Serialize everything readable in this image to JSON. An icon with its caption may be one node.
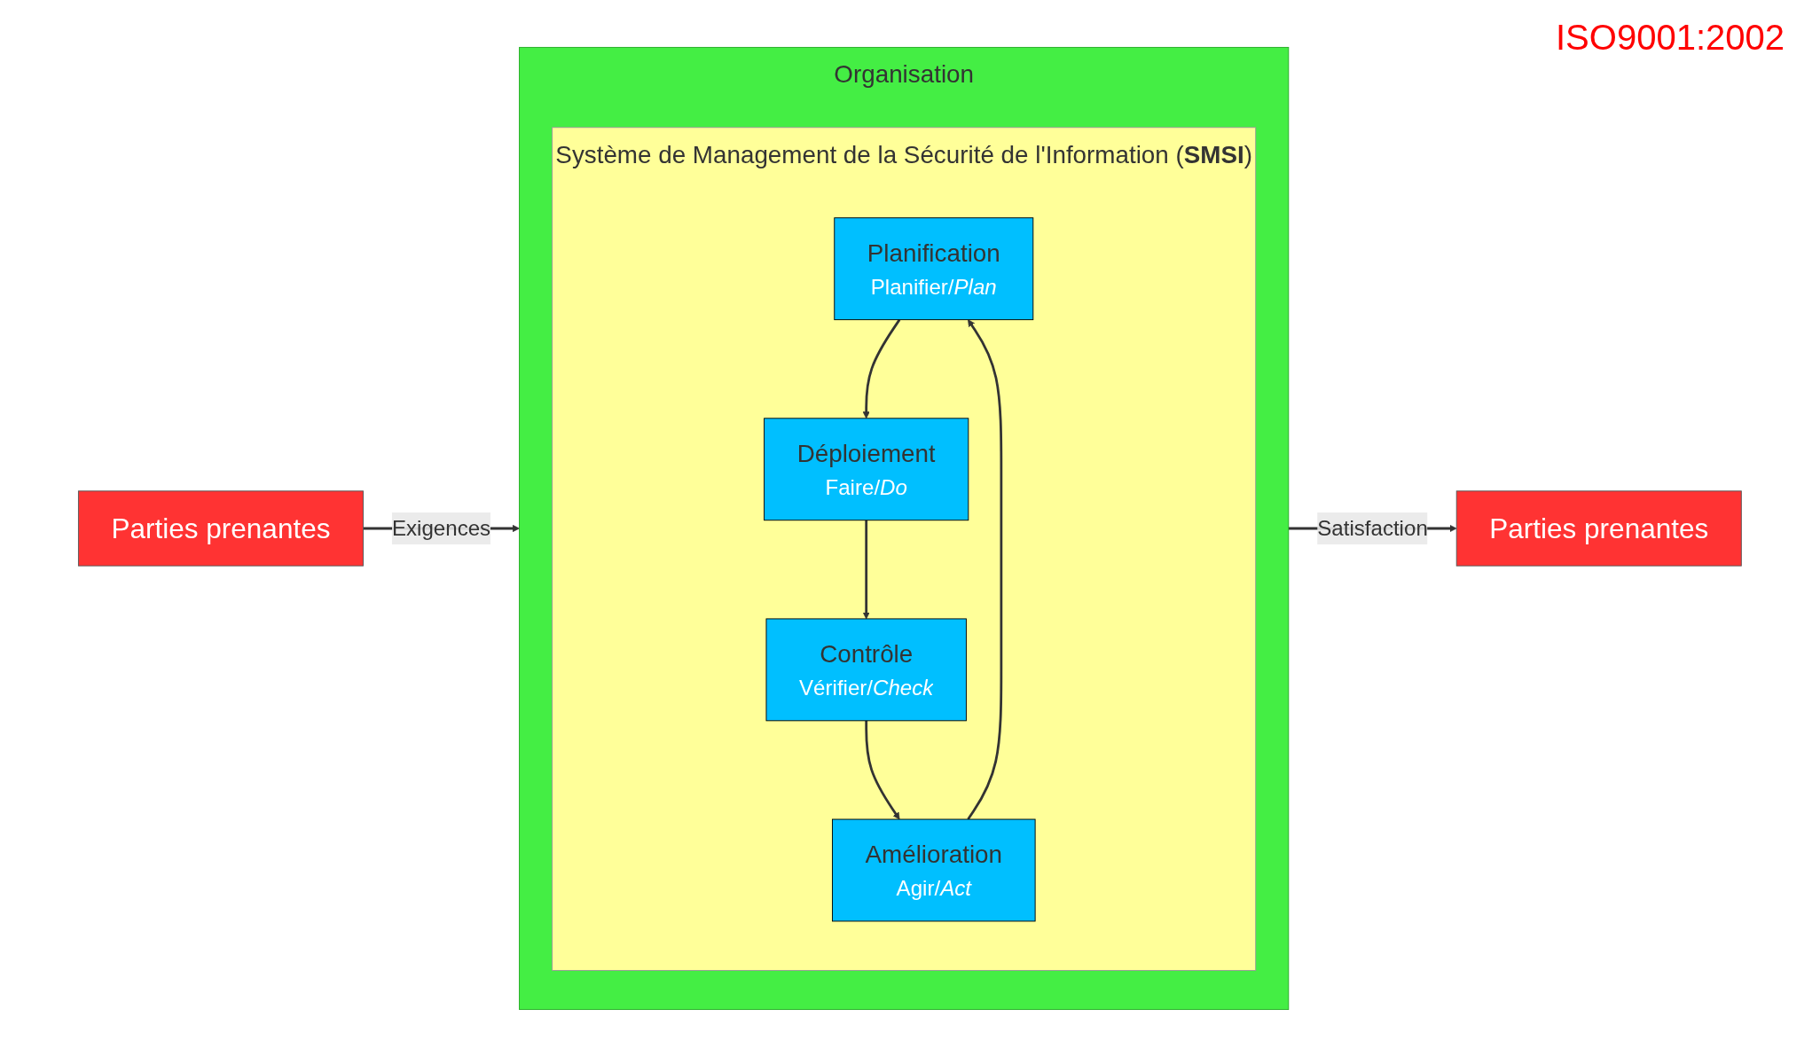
{
  "diagram": {
    "nodes": [
      {
        "text": [
          "Parties prenantes"
        ]
      },
      {
        "text": [
          "Organisation"
        ]
      },
      {
        "text": [
          "Système de Management de la Sécurité de l'Information (**SMSI**)"
        ],
        "in": 1
      },
      {
        "text": [
          "Planification",
          "Planifier/*Plan*"
        ],
        "in": 2
      },
      {
        "text": [
          "Déploiement",
          "Faire/*Do*"
        ],
        "in": 2
      },
      {
        "text": [
          "Amélioration",
          "Agir/*Act*"
        ],
        "in": 2
      },
      {
        "text": [
          "Contrôle",
          "Vérifier/*Check*"
        ],
        "in": 2
      },
      {
        "text": [
          "Parties prenantes"
        ]
      }
    ],
    "edges": [
      {
        "from": 0,
        "to": 1,
        "label": "Exigences",
        "arrow": "to"
      },
      {
        "from": 1,
        "to": 7,
        "label": "Satisfaction",
        "arrow": "to"
      },
      {
        "from": 3,
        "to": 4,
        "arrow": "to"
      },
      {
        "from": 4,
        "to": 6,
        "arrow": "to"
      },
      {
        "from": 6,
        "to": 5,
        "arrow": "to"
      },
      {
        "from": 5,
        "to": 3,
        "arrow": "to"
      }
    ],
    "labels": [
      "ISO9001:2002"
    ]
  }
}
